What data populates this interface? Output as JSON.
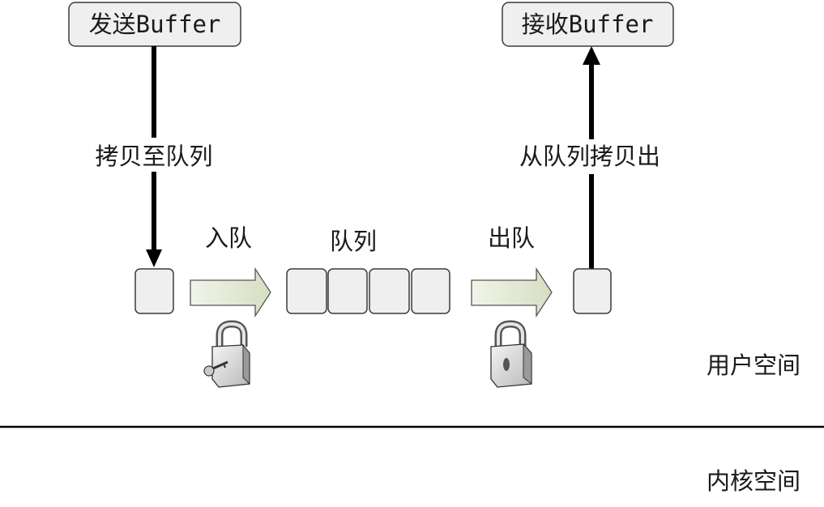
{
  "send_buffer": {
    "prefix": "发送",
    "suffix": "Buffer"
  },
  "recv_buffer": {
    "prefix": "接收",
    "suffix": "Buffer"
  },
  "labels": {
    "copy_to_queue": "拷贝至队列",
    "copy_from_queue": "从队列拷贝出",
    "enqueue": "入队",
    "queue": "队列",
    "dequeue": "出队",
    "user_space": "用户空间",
    "kernel_space": "内核空间"
  },
  "icons": {
    "enqueue_lock": "padlock-with-key-icon",
    "dequeue_lock": "padlock-icon"
  },
  "colors": {
    "box_fill": "#efefef",
    "box_stroke": "#3a3a3a",
    "arrow_fill": "#dfe6cf",
    "line": "#000000"
  }
}
